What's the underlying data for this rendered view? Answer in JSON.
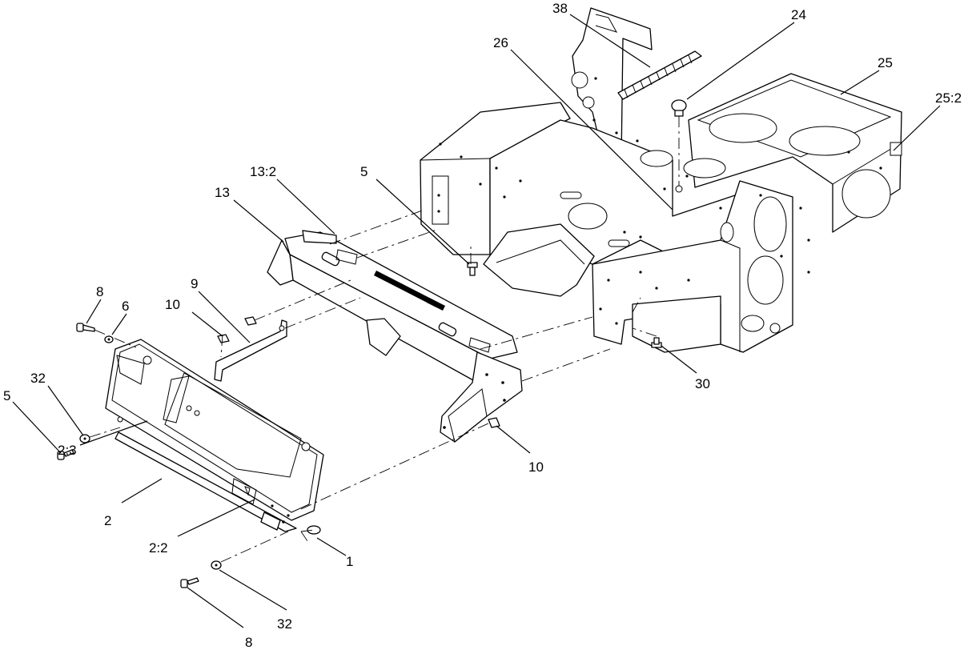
{
  "diagram": {
    "callouts": [
      {
        "id": "c38",
        "label": "38"
      },
      {
        "id": "c24",
        "label": "24"
      },
      {
        "id": "c26",
        "label": "26"
      },
      {
        "id": "c25",
        "label": "25"
      },
      {
        "id": "c25_2",
        "label": "25:2"
      },
      {
        "id": "c13_2",
        "label": "13:2"
      },
      {
        "id": "c13",
        "label": "13"
      },
      {
        "id": "c5_top",
        "label": "5"
      },
      {
        "id": "c8_top",
        "label": "8"
      },
      {
        "id": "c6",
        "label": "6"
      },
      {
        "id": "c9",
        "label": "9"
      },
      {
        "id": "c10_left",
        "label": "10"
      },
      {
        "id": "c32_left",
        "label": "32"
      },
      {
        "id": "c5_left",
        "label": "5"
      },
      {
        "id": "c2_3",
        "label": "2:3"
      },
      {
        "id": "c2",
        "label": "2"
      },
      {
        "id": "c2_2",
        "label": "2:2"
      },
      {
        "id": "c1",
        "label": "1"
      },
      {
        "id": "c32_bottom",
        "label": "32"
      },
      {
        "id": "c8_bottom",
        "label": "8"
      },
      {
        "id": "c10_right",
        "label": "10"
      },
      {
        "id": "c30",
        "label": "30"
      }
    ]
  }
}
